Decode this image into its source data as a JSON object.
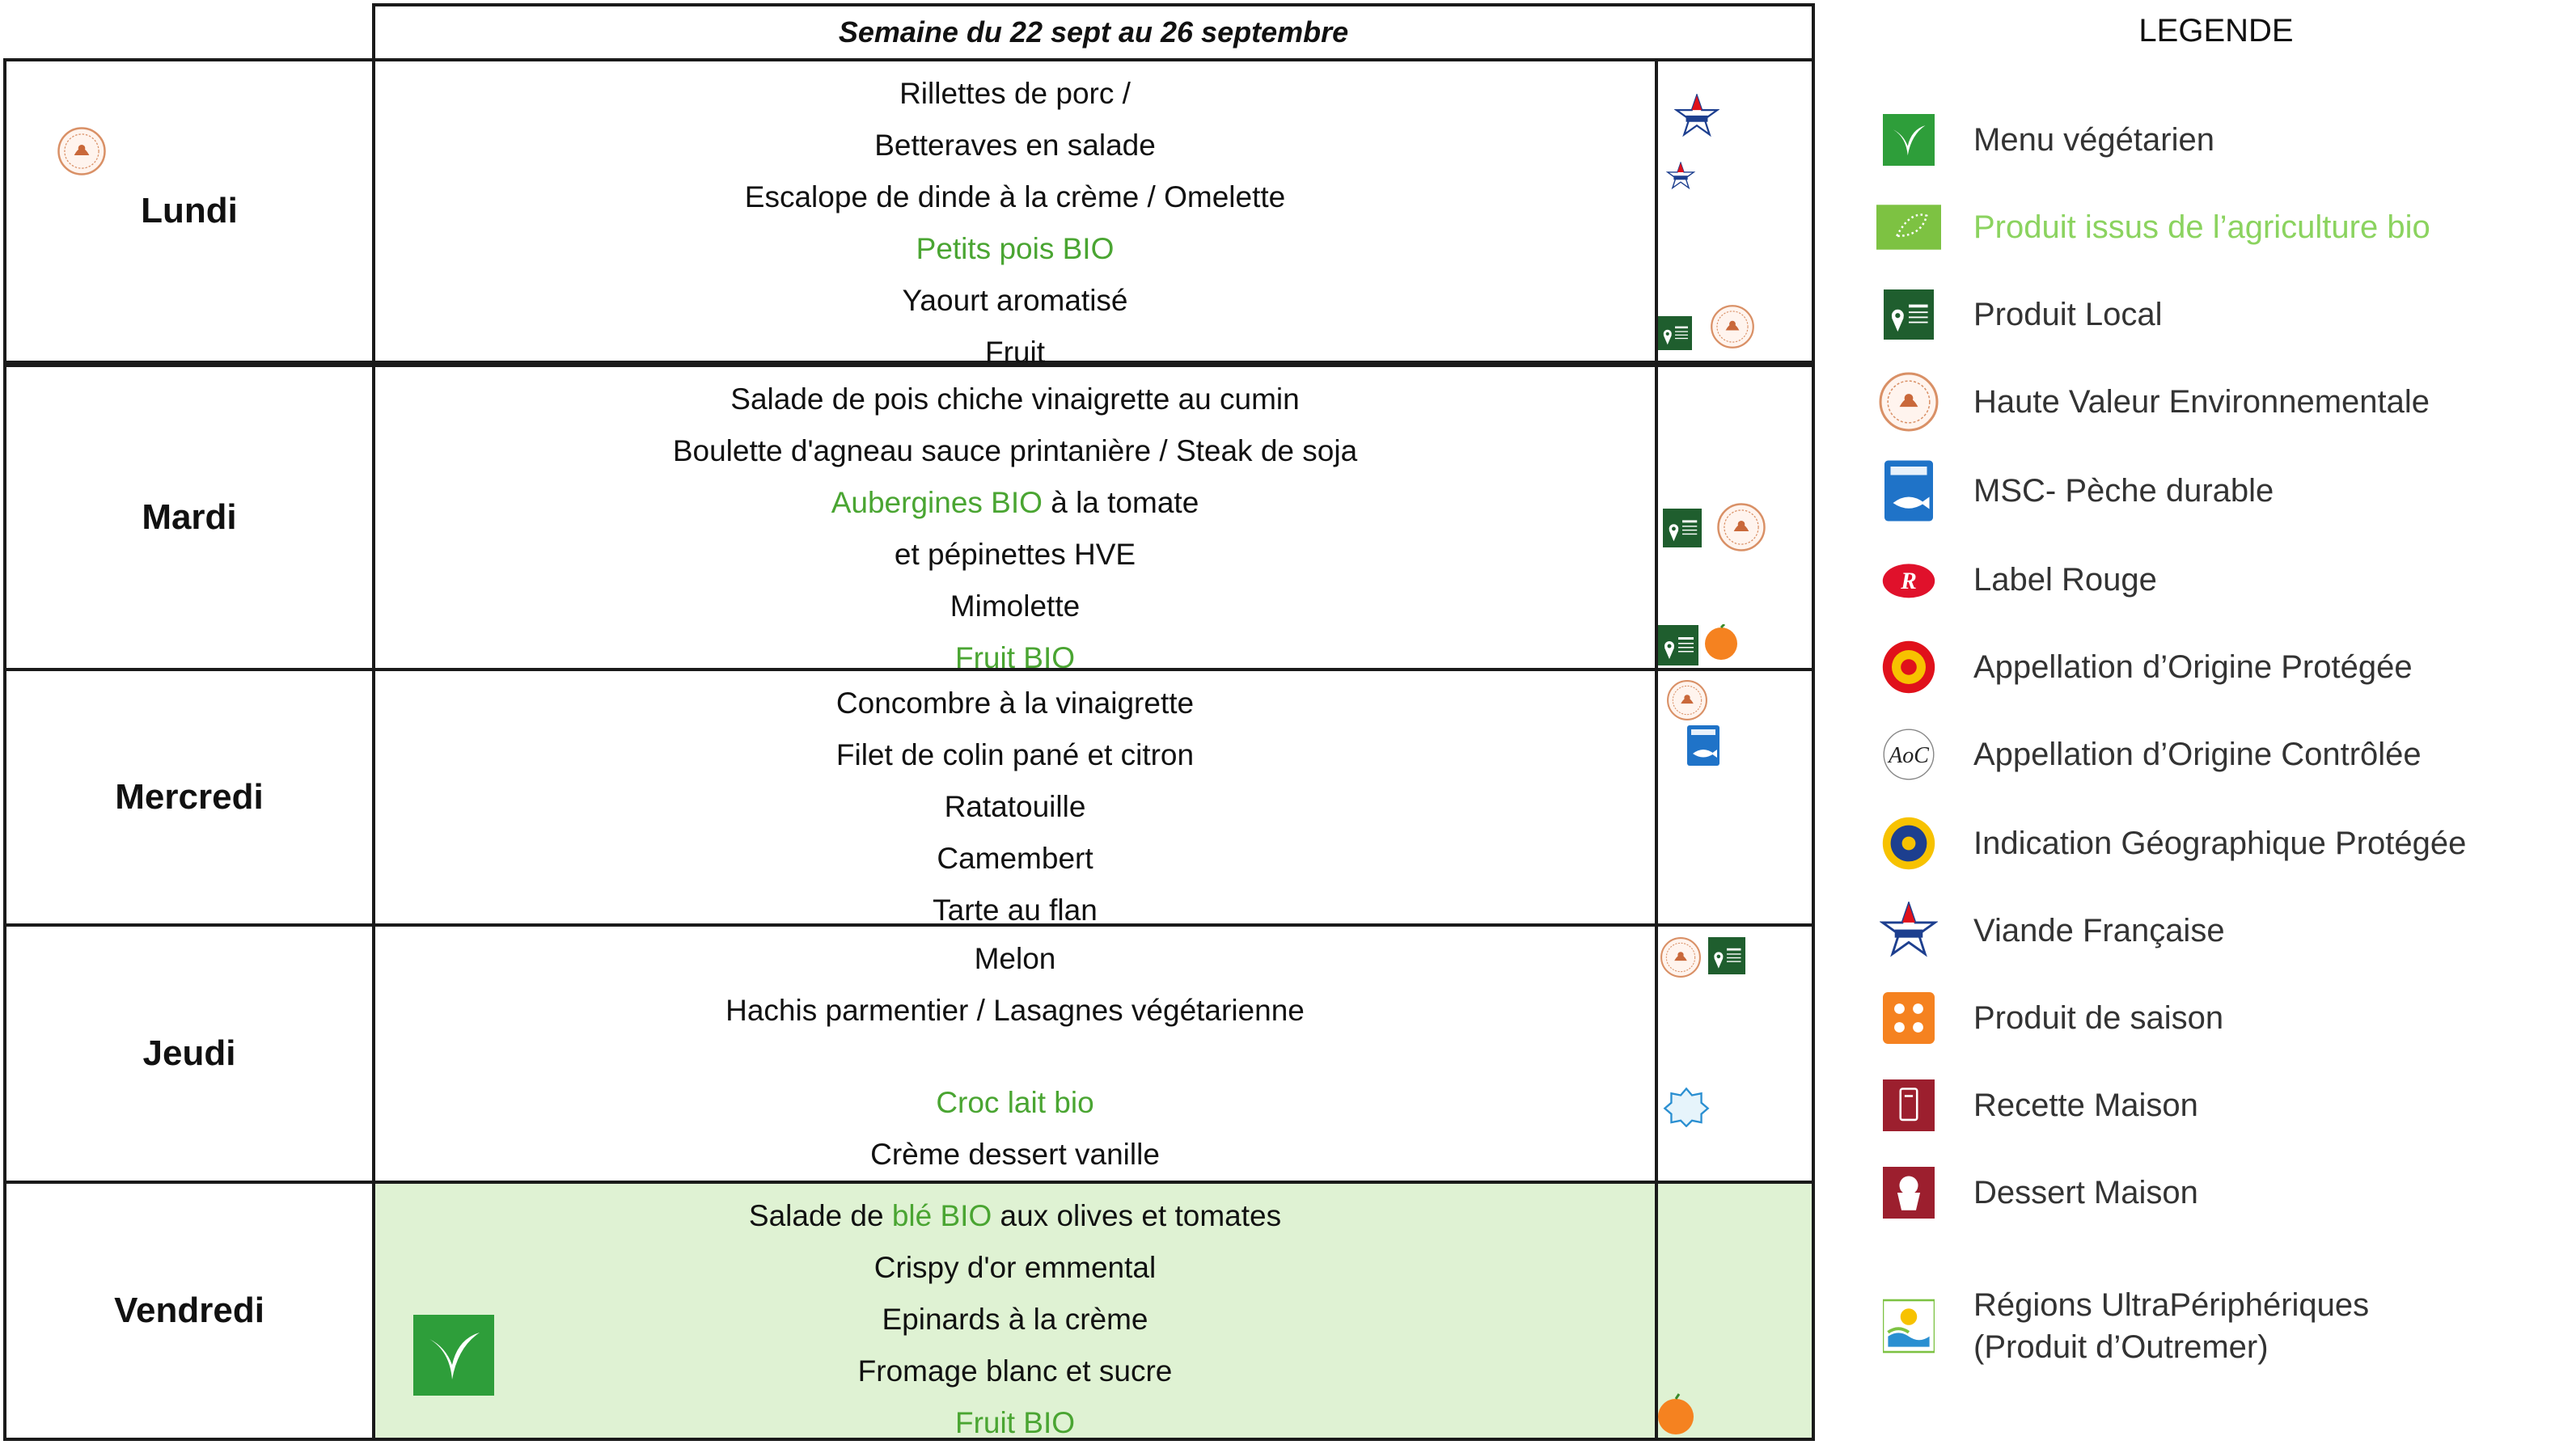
{
  "header": {
    "week": "Semaine du 22 sept au 26 septembre"
  },
  "days": [
    {
      "name": "Lundi",
      "lines": [
        {
          "parts": [
            {
              "text": "Rillettes de porc /",
              "bio": false
            }
          ]
        },
        {
          "parts": [
            {
              "text": "Betteraves en salade",
              "bio": false
            }
          ]
        },
        {
          "parts": [
            {
              "text": "Escalope de dinde à la crème / Omelette",
              "bio": false
            }
          ]
        },
        {
          "parts": [
            {
              "text": "Petits pois BIO",
              "bio": true
            }
          ]
        },
        {
          "parts": [
            {
              "text": "Yaourt aromatisé",
              "bio": false
            }
          ]
        },
        {
          "parts": [
            {
              "text": "Fruit",
              "bio": false
            }
          ]
        }
      ]
    },
    {
      "name": "Mardi",
      "lines": [
        {
          "parts": [
            {
              "text": "Salade de pois chiche vinaigrette au cumin",
              "bio": false
            }
          ]
        },
        {
          "parts": [
            {
              "text": "Boulette d'agneau sauce printanière / Steak de soja",
              "bio": false
            }
          ]
        },
        {
          "parts": [
            {
              "text": "Aubergines BIO",
              "bio": true
            },
            {
              "text": " à la tomate",
              "bio": false
            }
          ]
        },
        {
          "parts": [
            {
              "text": "et pépinettes HVE",
              "bio": false
            }
          ]
        },
        {
          "parts": [
            {
              "text": "Mimolette",
              "bio": false
            }
          ]
        },
        {
          "parts": [
            {
              "text": "Fruit BIO",
              "bio": true
            }
          ]
        }
      ]
    },
    {
      "name": "Mercredi",
      "lines": [
        {
          "parts": [
            {
              "text": "Concombre à la vinaigrette",
              "bio": false
            }
          ]
        },
        {
          "parts": [
            {
              "text": "Filet de colin pané et citron",
              "bio": false
            }
          ]
        },
        {
          "parts": [
            {
              "text": "Ratatouille",
              "bio": false
            }
          ]
        },
        {
          "parts": [
            {
              "text": "Camembert",
              "bio": false
            }
          ]
        },
        {
          "parts": [
            {
              "text": "Tarte au flan",
              "bio": false
            }
          ]
        }
      ]
    },
    {
      "name": "Jeudi",
      "lines": [
        {
          "parts": [
            {
              "text": "Melon",
              "bio": false
            }
          ]
        },
        {
          "parts": [
            {
              "text": "Hachis parmentier / Lasagnes végétarienne",
              "bio": false
            }
          ]
        },
        {
          "parts": [
            {
              "text": "",
              "bio": false
            }
          ]
        },
        {
          "parts": [
            {
              "text": "Croc lait bio",
              "bio": true
            }
          ]
        },
        {
          "parts": [
            {
              "text": "Crème dessert vanille",
              "bio": false
            }
          ]
        }
      ]
    },
    {
      "name": "Vendredi",
      "vegetarian": true,
      "lines": [
        {
          "parts": [
            {
              "text": "Salade de ",
              "bio": false
            },
            {
              "text": "blé BIO",
              "bio": true
            },
            {
              "text": " aux olives et tomates",
              "bio": false
            }
          ]
        },
        {
          "parts": [
            {
              "text": "Crispy d'or emmental",
              "bio": false
            }
          ]
        },
        {
          "parts": [
            {
              "text": "Epinards à la crème",
              "bio": false
            }
          ]
        },
        {
          "parts": [
            {
              "text": "Fromage blanc et sucre",
              "bio": false
            }
          ]
        },
        {
          "parts": [
            {
              "text": "Fruit BIO",
              "bio": true
            }
          ]
        }
      ]
    }
  ],
  "legend": {
    "title": "LEGENDE",
    "items": [
      {
        "icon": "vegetarian-icon",
        "label": "Menu végétarien",
        "color": "#333333"
      },
      {
        "icon": "organic-leaf-icon",
        "label": "Produit issus de l’agriculture bio",
        "color": "#8bd35f"
      },
      {
        "icon": "local-product-icon",
        "label": "Produit Local",
        "color": "#333333"
      },
      {
        "icon": "hve-seal-icon",
        "label": "Haute Valeur Environnementale",
        "color": "#333333"
      },
      {
        "icon": "msc-fish-icon",
        "label": "MSC- Pèche durable",
        "color": "#333333"
      },
      {
        "icon": "label-rouge-icon",
        "label": "Label Rouge",
        "color": "#333333"
      },
      {
        "icon": "aop-seal-icon",
        "label": "Appellation d’Origine Protégée",
        "color": "#333333"
      },
      {
        "icon": "aoc-icon",
        "label": "Appellation d’Origine Contrôlée",
        "color": "#333333"
      },
      {
        "icon": "igp-seal-icon",
        "label": "Indication Géographique Protégée",
        "color": "#333333"
      },
      {
        "icon": "french-meat-icon",
        "label": "Viande Française",
        "color": "#333333"
      },
      {
        "icon": "seasonal-icon",
        "label": "Produit de saison",
        "color": "#333333"
      },
      {
        "icon": "homemade-recipe-icon",
        "label": "Recette Maison",
        "color": "#333333"
      },
      {
        "icon": "homemade-dessert-icon",
        "label": "Dessert Maison",
        "color": "#333333"
      },
      {
        "icon": "outremer-icon",
        "label": "Régions UltraPériphériques\n(Produit d’Outremer)",
        "color": "#333333"
      }
    ]
  },
  "colors": {
    "bio_text": "#4aa532",
    "vegetarian_bg": "#dff2d3",
    "vegetarian_icon": "#2e9e3a",
    "local_icon": "#1f5e2e"
  }
}
